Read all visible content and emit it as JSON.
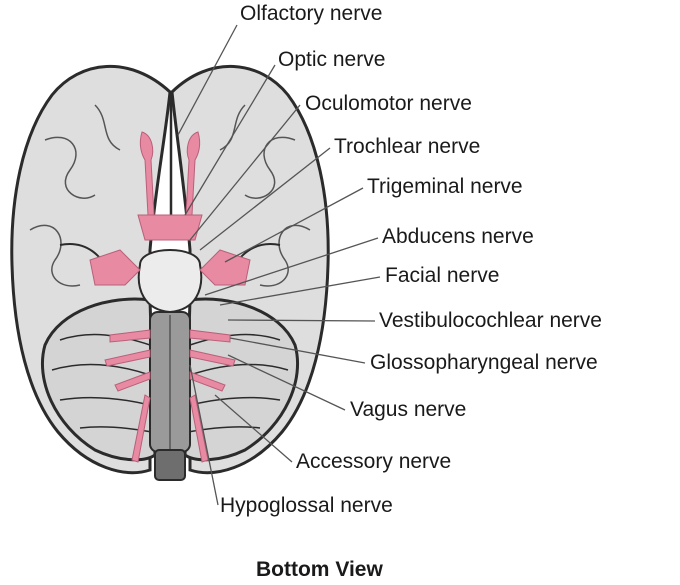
{
  "labels": [
    "Olfactory nerve",
    "Optic nerve",
    "Oculomotor nerve",
    "Trochlear nerve",
    "Trigeminal nerve",
    "Abducens nerve",
    "Facial nerve",
    "Vestibulocochlear nerve",
    "Glossopharyngeal nerve",
    "Vagus nerve",
    "Accessory nerve",
    "Hypoglossal nerve"
  ],
  "caption": "Bottom View",
  "colors": {
    "brain_fill": "#dedede",
    "outline": "#2b2b2b",
    "nerve": "#e98aa3",
    "stem": "#9a9a9a",
    "leader": "#555555"
  }
}
